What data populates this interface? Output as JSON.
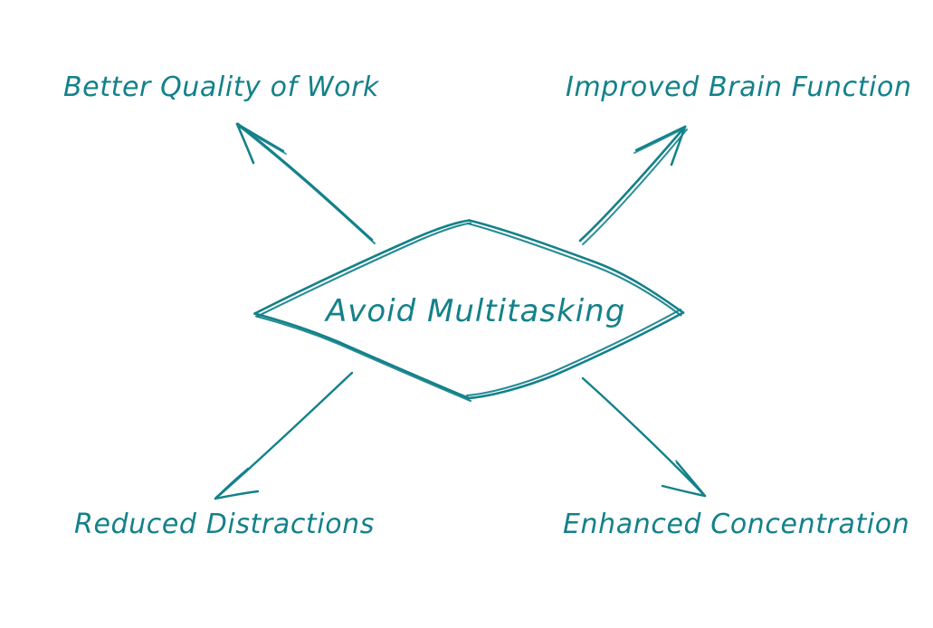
{
  "diagram": {
    "title": "Avoid Multitasking",
    "style": "hand-drawn-sketch",
    "accent_color": "#13818a",
    "background_color": "#ffffff",
    "center_node": {
      "shape": "diamond",
      "label": "Avoid Multitasking"
    },
    "branches": [
      {
        "id": "top-left",
        "label": "Better Quality of Work",
        "direction": "up-left",
        "arrow": "open-arrowhead"
      },
      {
        "id": "top-right",
        "label": "Improved Brain Function",
        "direction": "up-right",
        "arrow": "open-arrowhead"
      },
      {
        "id": "bottom-left",
        "label": "Reduced Distractions",
        "direction": "down-left",
        "arrow": "open-arrowhead"
      },
      {
        "id": "bottom-right",
        "label": "Enhanced Concentration",
        "direction": "down-right",
        "arrow": "open-arrowhead"
      }
    ]
  },
  "chart_data": {
    "type": "diagram",
    "title": "Avoid Multitasking",
    "center": "Avoid Multitasking",
    "nodes": [
      "Better Quality of Work",
      "Improved Brain Function",
      "Reduced Distractions",
      "Enhanced Concentration"
    ],
    "edges": [
      {
        "from": "Avoid Multitasking",
        "to": "Better Quality of Work"
      },
      {
        "from": "Avoid Multitasking",
        "to": "Improved Brain Function"
      },
      {
        "from": "Avoid Multitasking",
        "to": "Reduced Distractions"
      },
      {
        "from": "Avoid Multitasking",
        "to": "Enhanced Concentration"
      }
    ]
  }
}
